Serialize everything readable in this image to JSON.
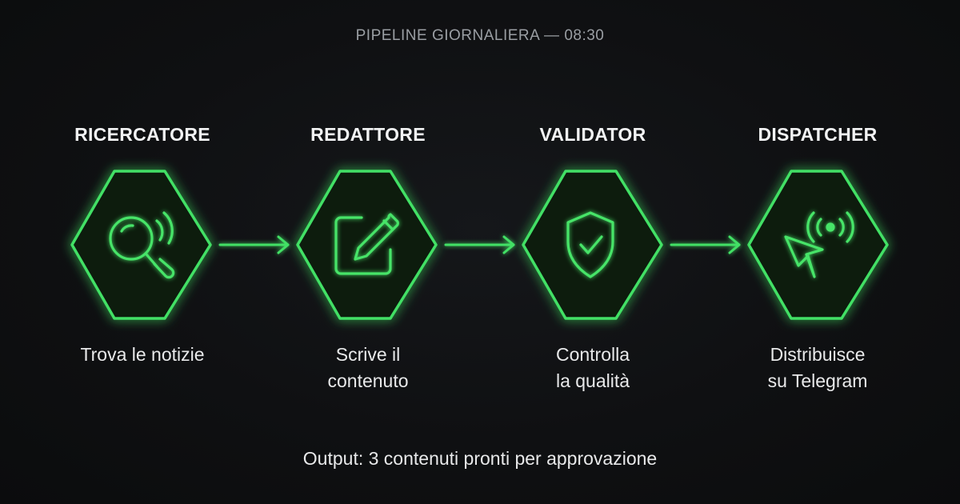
{
  "subtitle": "PIPELINE GIORNALIERA — 08:30",
  "accent_color": "#3ddc5f",
  "stages": [
    {
      "title": "RICERCATORE",
      "desc_lines": [
        "Trova le notizie"
      ],
      "icon": "magnifier-signal-icon"
    },
    {
      "title": "REDATTORE",
      "desc_lines": [
        "Scrive il",
        "contenuto"
      ],
      "icon": "edit-pencil-icon"
    },
    {
      "title": "VALIDATOR",
      "desc_lines": [
        "Controlla",
        "la qualità"
      ],
      "icon": "shield-check-icon"
    },
    {
      "title": "DISPATCHER",
      "desc_lines": [
        "Distribuisce",
        "su Telegram"
      ],
      "icon": "send-broadcast-icon"
    }
  ],
  "footer": "Output: 3 contenuti pronti per approvazione"
}
